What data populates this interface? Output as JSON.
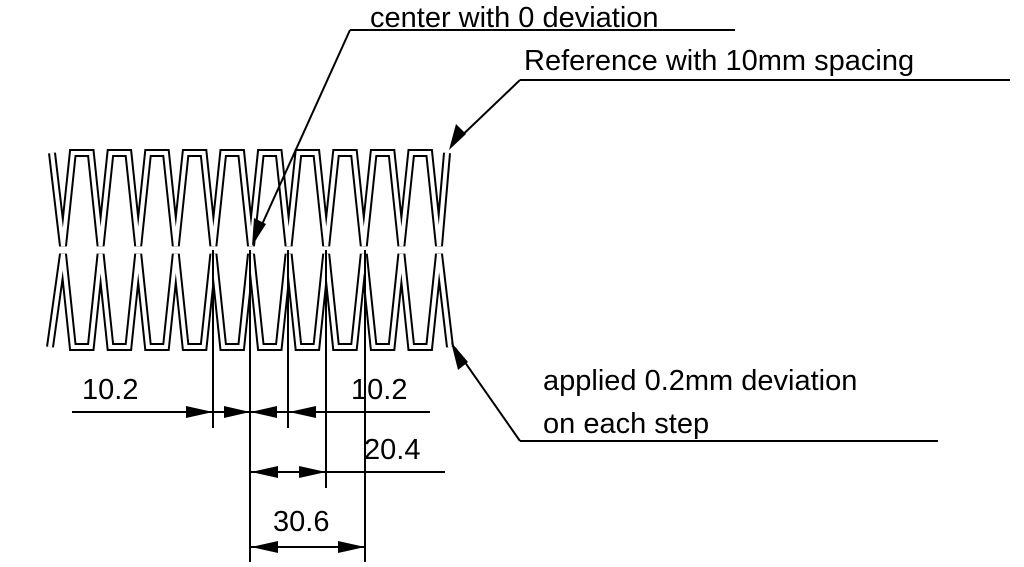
{
  "annotations": {
    "center": "center with 0 deviation",
    "reference": "Reference with 10mm spacing",
    "applied_line1": "applied 0.2mm deviation",
    "applied_line2": "on each step"
  },
  "dimensions": {
    "left_step": "10.2",
    "right_step": "10.2",
    "double_step": "20.4",
    "triple_step": "30.6"
  },
  "colors": {
    "line": "#000000",
    "background": "#ffffff"
  }
}
